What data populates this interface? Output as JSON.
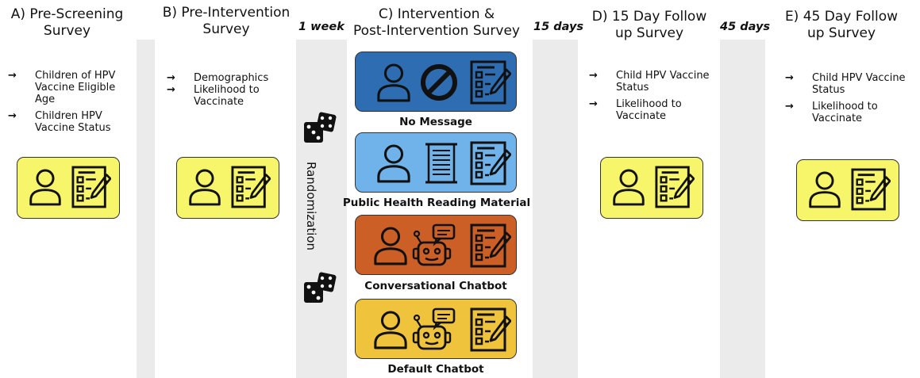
{
  "stages": {
    "a": {
      "title_l1": "A) Pre-Screening",
      "title_l2": "Survey",
      "bullets": [
        "Children of HPV Vaccine Eligible Age",
        "Children HPV Vaccine Status"
      ]
    },
    "b": {
      "title_l1": "B) Pre-Intervention",
      "title_l2": "Survey",
      "bullets": [
        "Demographics",
        "Likelihood to Vaccinate"
      ]
    },
    "c": {
      "title_l1": "C) Intervention &",
      "title_l2": "Post-Intervention Survey"
    },
    "d": {
      "title_l1": "D) 15 Day Follow",
      "title_l2": "up Survey",
      "bullets": [
        "Child HPV Vaccine Status",
        "Likelihood to Vaccinate"
      ]
    },
    "e": {
      "title_l1": "E) 45 Day Follow",
      "title_l2": "up Survey",
      "bullets": [
        "Child HPV Vaccine Status",
        "Likelihood to Vaccinate"
      ]
    }
  },
  "intervals": {
    "one_week": "1 week",
    "fifteen_days": "15 days",
    "fortyfive_days": "45 days"
  },
  "randomization": "Randomization",
  "arms": [
    {
      "label": "No Message",
      "color": "#2f6db3"
    },
    {
      "label": "Public Health Reading Material",
      "color": "#70b3ea"
    },
    {
      "label": "Conversational Chatbot",
      "color": "#cc5f26"
    },
    {
      "label": "Default Chatbot",
      "color": "#f0c33c"
    }
  ],
  "colors": {
    "card": "#f7f56a",
    "gap": "#ebebeb"
  },
  "icons": [
    "person-icon",
    "survey-form-icon",
    "no-entry-icon",
    "scroll-icon",
    "chatbot-icon",
    "dice-icon"
  ]
}
